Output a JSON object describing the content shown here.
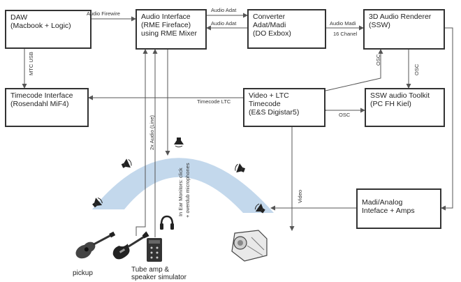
{
  "boxes": {
    "daw": {
      "line1": "DAW",
      "line2": "(Macbook + Logic)"
    },
    "audio_interface": {
      "line1": "Audio Interface",
      "line2": "(RME Fireface)",
      "line3": "using RME Mixer"
    },
    "converter": {
      "line1": "Converter",
      "line2": "Adat/Madi",
      "line3": "(DO Exbox)"
    },
    "renderer": {
      "line1": "3D Audio Renderer",
      "line2": "(SSW)"
    },
    "timecode_interface": {
      "line1": "Timecode Interface",
      "line2": "(Rosendahl MiF4)"
    },
    "video_ltc": {
      "line1": "Video + LTC",
      "line2": "Timecode",
      "line3": "(E&S Digistar5)"
    },
    "ssw_toolkit": {
      "line1": "SSW audio Toolkit",
      "line2": "(PC FH Kiel)"
    },
    "madi_analog": {
      "line1": "Madi/Analog",
      "line2": "Inteface + Amps"
    }
  },
  "connections": {
    "audio_firewire": "Audio Firewire",
    "audio_adat_1": "Audio Adat",
    "audio_adat_2": "Audio Adat",
    "audio_madi": "Audio Madi",
    "channels_16": "16 Chanel",
    "mtc_usb": "MTC USB",
    "timecode_ltc": "Timecode LTC",
    "osc_1": "OSC",
    "osc_2": "OSC",
    "osc_3": "OSC",
    "audio_line": "2x Audio (Line)",
    "in_ear": "In Ear Monitors: click",
    "in_ear_2": "+ overdub microphones",
    "video": "Video"
  },
  "captions": {
    "pickup": "pickup",
    "tube_amp_1": "Tube amp &",
    "tube_amp_2": "speaker simulator"
  },
  "icons": [
    "speaker-icon",
    "headphones-icon",
    "acoustic-guitar-icon",
    "electric-guitar-icon",
    "amp-icon",
    "projector-icon"
  ],
  "colors": {
    "arc": "#b9d3ea",
    "box_border": "#333333",
    "line": "#555555"
  }
}
